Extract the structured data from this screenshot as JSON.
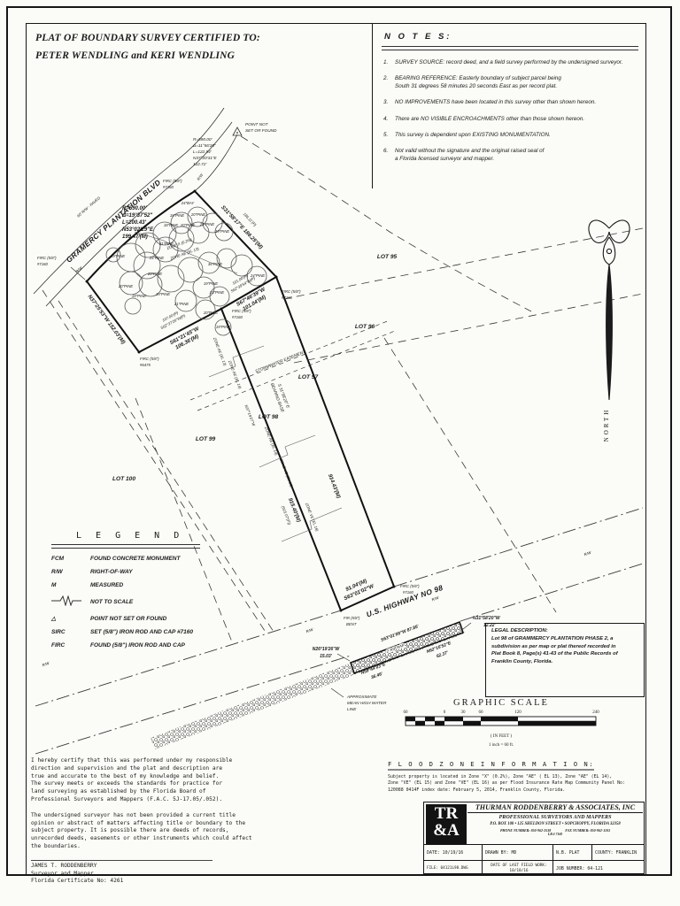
{
  "title_block": {
    "line1": "PLAT OF BOUNDARY SURVEY CERTIFIED TO:",
    "line2": "PETER WENDLING and KERI WENDLING"
  },
  "notes": {
    "heading": "N O T E S:",
    "items": [
      {
        "n": "1.",
        "text": "SURVEY SOURCE: record deed, and a field survey performed by the undersigned surveyor."
      },
      {
        "n": "2.",
        "text": "BEARING REFERENCE: Easterly boundary of subject parcel being\nSouth 31 degrees 58 minutes 20 seconds East as per record plat."
      },
      {
        "n": "3.",
        "text": "NO IMPROVEMENTS have been located in this survey other than shown hereon."
      },
      {
        "n": "4.",
        "text": "There are NO VISIBLE ENCROACHMENTS other than those shown hereon."
      },
      {
        "n": "5.",
        "text": "This survey is dependent upon EXISTING MONUMENTATION."
      },
      {
        "n": "6.",
        "text": "Not valid without the signature and the original raised seal of\na Florida licensed surveyor and mapper."
      }
    ]
  },
  "drawing": {
    "roads": {
      "gramercy": "GRAMERCY PLANTATION BLVD",
      "gramercy_rw": "60' R/W - PAVED",
      "us98": "U.S. HIGHWAY NO 98"
    },
    "lots": {
      "lot95": "LOT 95",
      "lot96": "LOT 96",
      "lot97": "LOT 97",
      "lot98": "LOT 98",
      "lot99": "LOT 99",
      "lot100": "LOT 100"
    },
    "curve_main": [
      "R=590.00'",
      "Δ=19°37'52\"",
      "L=200.43'",
      "N53°02'29\"E",
      "199.47'(M)"
    ],
    "curve_north": [
      "R=590.00'",
      "Δ=11°56'20\"",
      "L=122.94'",
      "N37°20'31\"E",
      "122.72'"
    ],
    "point_not_set": [
      "POINT NOT",
      "SET OR FOUND"
    ],
    "bearings": {
      "east_p": "186.11'(P)",
      "east": "S31°58'17\"E  186.25'(M)",
      "rear1_p1": "101.00'(P)",
      "rear1_p2": "S62°39'54\"W(P)",
      "rear1_b": "S67°46'39\"W",
      "rear1_d": "101.04'(M)",
      "rear2_p1": "107.00'(P)",
      "rear2_p2": "S62°37'25\"W(P)",
      "rear2_b": "S61°21'45\"W",
      "rear2_d": "106.36'(M)",
      "west": "N37°25'53\"W  152.03'(M)",
      "se_dist": "914.43'(M)",
      "se_base1": "BEARING BASE",
      "se_base2": "S 31°58'20\" E",
      "sw_brg": "N37°19'27\"W",
      "sw_dist": "915.40'(M)",
      "sw_plat": "(915.07'(P))",
      "bot_d": "91.04'(M)",
      "bot_b": "S63°01'02\"W",
      "rr_top": "S63°01'08\"W    87.85'",
      "mhw1b": "N59°44'03\"E",
      "mhw1d": "36.46'",
      "mhw2b": "N62°16'52\"E",
      "mhw2d": "62.37'",
      "tl_b": "N26°19'26\"W",
      "tl_d": "15.03'",
      "tr_b": "N31°58'20\"W",
      "tr_d": "12.22'"
    },
    "monuments": {
      "firc": "FIRC (5/8\")",
      "m7160": "#7160",
      "m6475": "#6475",
      "fir": "FIR (5/8\")",
      "bent": "BENT"
    },
    "zones": {
      "zone_x": "ZONE X (0.2%)",
      "ae13": "ZONE AE (EL 13)",
      "ae14": "ZONE AE (EL 14)",
      "ve15": "ZONE VE (EL 15)",
      "ve16": "ZONE VE (EL 16)"
    },
    "easement": "STORMWATER EASEMENT",
    "rw": "R/W",
    "riprap": "2' RIP RAP",
    "mhw": [
      "APPROXIMATE",
      "MEAN HIGH WATER",
      "LINE"
    ],
    "north": "NORTH",
    "trees": [
      "24\"BAY",
      "18\"PINE",
      "20\"PINE",
      "18\"PINE",
      "20\"PINE",
      "21\"PINE",
      "19\"PINE",
      "21\"PINE",
      "19\"PINE",
      "24\"PINE",
      "36\"PINE",
      "24\"PINE",
      "19\"PINE",
      "20\"PINE",
      "20\"PINE",
      "19\"PINE",
      "19\"PINE",
      "23\"PINE",
      "20\"PINE",
      "19\"PINE",
      "21\"PINE"
    ]
  },
  "legend": {
    "heading": "L E G E N D",
    "items": [
      {
        "sym": "FCM",
        "desc": "FOUND CONCRETE MONUMENT"
      },
      {
        "sym": "R/W",
        "desc": "RIGHT-OF-WAY"
      },
      {
        "sym": "M",
        "desc": "MEASURED"
      },
      {
        "sym": "",
        "desc": "NOT TO SCALE"
      },
      {
        "sym": "△",
        "desc": "POINT NOT SET OR FOUND"
      },
      {
        "sym": "SIRC",
        "desc": "SET (5/8\") IRON ROD AND CAP  #7160"
      },
      {
        "sym": "FIRC",
        "desc": "FOUND  (5/8\") IRON ROD AND CAP"
      }
    ]
  },
  "legal": {
    "heading": "LEGAL DESCRIPTION:",
    "body": "Lot 98 of GRAMMERCY PLANTATION PHASE 2, a\nsubdivision as per map or plat thereof recorded in\nPlat Book 8, Page(s) 41-43 of the Public Records of\nFranklin County, Florida."
  },
  "scale": {
    "heading": "GRAPHIC SCALE",
    "ticks": [
      "60",
      "0",
      "30",
      "60",
      "120",
      "240"
    ],
    "in_feet": "( IN FEET )",
    "ratio": "1 inch =  60   ft."
  },
  "flood": {
    "heading": "F L O O D   Z O N E   I N F O R M A T I O N:",
    "body": "Subject property is located in  Zone \"X\" (0.2%), Zone \"AE\" ( EL 13), Zone \"AE\" (EL 14),\nZone \"VE\" (EL 15) and Zone \"VE\" (EL 16) as per Flood Insurance Rate Map Community Panel No:\n120088 0414F index date: February 5, 2014, Franklin County, Florida."
  },
  "cert": {
    "p1": "I hereby certify that this was performed under my responsible\ndirection and supervision and the plat and description are\ntrue and accurate to the best of my knowledge and belief.\nThe survey meets or exceeds the standards for practice for\nland surveying as established by the Florida Board of\nProfessional Surveyors and Mappers (F.A.C. 5J-17.05/.052).",
    "p2": "The undersigned surveyor has not been provided a current title\nopinion or abstract of matters affecting title or boundary to the\nsubject property.  It is possible there are deeds of records,\nunrecorded deeds, easements or other instruments which could affect\nthe boundaries.",
    "name": "JAMES T. RODDENBERRY",
    "role": "Surveyor and Mapper",
    "cert_no": "Florida Certificate No: 4261"
  },
  "company": {
    "logo_top": "TR",
    "logo_bottom": "&A",
    "name": "THURMAN RODDENBERRY & ASSOCIATES, INC",
    "tagline": "PROFESSIONAL SURVEYORS AND MAPPERS",
    "address": "P.O. BOX 100   •   125 SHELDON STREET   •   SOPCHOPPY, FLORIDA 32358",
    "phone": "PHONE NUMBER: 850-962-2538",
    "fax": "FAX NUMBER: 850-962-1103",
    "lb": "LB # 7160",
    "table": {
      "date": "DATE:  10/19/16",
      "drawn": "DRAWN  BY:  MD",
      "nb": "N.B. PLAT",
      "county": "COUNTY:  FRANKLIN",
      "file": "FILE:  04121L98.DWG",
      "field1": "DATE OF LAST FIELD WORK:",
      "field2": "10/18/16",
      "job": "JOB  NUMBER:  04-121"
    }
  }
}
